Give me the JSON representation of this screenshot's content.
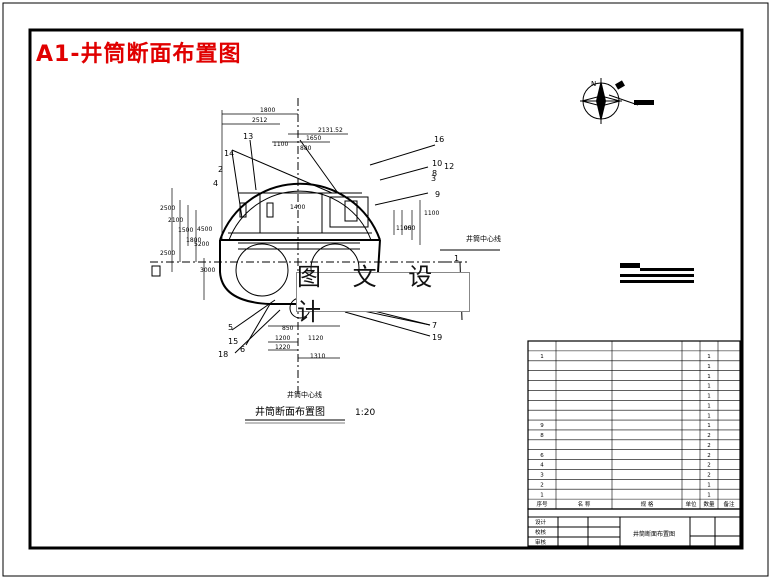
{
  "title": "A1-井筒断面布置图",
  "watermark": "图 文 设 计",
  "compass_label": "N",
  "section_caption": "井筒断面布置图",
  "scale": "1:20",
  "shaft_center_line": "井筒中心线",
  "shaft_center_line_2": "井筒中心线",
  "dimensions": [
    "1800",
    "2512",
    "2131.52",
    "1100",
    "1650",
    "880",
    "1400",
    "1100",
    "4500",
    "2500",
    "2100",
    "1500",
    "1800",
    "3000",
    "5200",
    "1200",
    "1120",
    "1310",
    "1220",
    "950",
    "1100",
    "850",
    "2500"
  ],
  "part_numbers": [
    "13",
    "14",
    "16",
    "10",
    "12",
    "8",
    "9",
    "2",
    "4",
    "1",
    "5",
    "15",
    "6",
    "18",
    "7",
    "19",
    "3"
  ],
  "table_header": [
    "序号",
    "名 称",
    "规 格",
    "单位",
    "数量",
    "备注"
  ],
  "table_rows": [
    [
      "",
      "",
      "",
      "",
      "",
      ""
    ],
    [
      "1",
      "",
      "",
      "",
      "1",
      ""
    ],
    [
      "",
      "",
      "",
      "",
      "1",
      ""
    ],
    [
      "",
      "",
      "",
      "",
      "1",
      ""
    ],
    [
      "",
      "",
      "",
      "",
      "1",
      ""
    ],
    [
      "",
      "",
      "",
      "",
      "1",
      ""
    ],
    [
      "",
      "",
      "",
      "",
      "1",
      ""
    ],
    [
      "",
      "",
      "",
      "",
      "1",
      ""
    ],
    [
      "9",
      "",
      "",
      "",
      "1",
      ""
    ],
    [
      "8",
      "",
      "",
      "",
      "2",
      ""
    ],
    [
      "",
      "",
      "",
      "",
      "2",
      ""
    ],
    [
      "6",
      "",
      "",
      "",
      "2",
      ""
    ],
    [
      "4",
      "",
      "",
      "",
      "2",
      ""
    ],
    [
      "3",
      "",
      "",
      "",
      "2",
      ""
    ],
    [
      "2",
      "",
      "",
      "",
      "1",
      ""
    ],
    [
      "1",
      "",
      "",
      "",
      "1",
      ""
    ]
  ],
  "title_block": {
    "drawing_name": "井筒断面布置图",
    "sheet_labels": [
      "设计",
      "校核",
      "审核"
    ]
  }
}
